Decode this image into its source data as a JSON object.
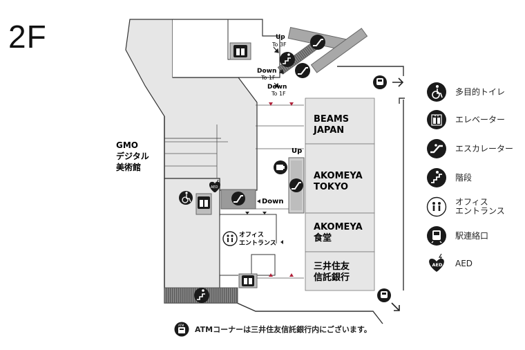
{
  "floor": "2F",
  "stores": {
    "beams": {
      "line1": "BEAMS",
      "line2": "JAPAN"
    },
    "akomeya_tokyo": {
      "line1": "AKOMEYA",
      "line2": "TOKYO"
    },
    "akomeya_shokudo": {
      "line1": "AKOMEYA",
      "line2": "食堂"
    },
    "mitsui": {
      "line1": "三井住友",
      "line2": "信託銀行"
    },
    "gmo": {
      "line1": "GMO",
      "line2": "デジタル",
      "line3": "美術館"
    },
    "office_entrance": {
      "line1": "オフィス",
      "line2": "エントランス"
    }
  },
  "labels": {
    "up_to_3f": {
      "line1": "Up",
      "line2": "To 3F"
    },
    "down_to_1f_a": {
      "line1": "Down",
      "line2": "To 1F"
    },
    "down_to_1f_b": {
      "line1": "Down",
      "line2": "To 1F"
    },
    "up": "Up",
    "down": "Down",
    "aed": "AED",
    "atm": "ATM"
  },
  "legend": [
    {
      "icon": "wheelchair-icon",
      "label": "多目的トイレ"
    },
    {
      "icon": "elevator-icon",
      "label": "エレベーター"
    },
    {
      "icon": "escalator-icon",
      "label": "エスカレーター"
    },
    {
      "icon": "stairs-icon",
      "label": "階段"
    },
    {
      "icon": "office-entrance-icon",
      "label": "オフィス\nエントランス"
    },
    {
      "icon": "train-icon",
      "label": "駅連絡口"
    },
    {
      "icon": "aed-icon",
      "label": "AED"
    }
  ],
  "footnote": "ATMコーナーは三井住友信託銀行内にございます。",
  "colors": {
    "background": "#ffffff",
    "shop_fill": "#e6e6e6",
    "shop_light": "#eeeeee",
    "outline": "#333333",
    "icon_fill": "#1a1a1a",
    "marker_red": "#b0223a",
    "escalator_gray": "#9a9a9a"
  }
}
